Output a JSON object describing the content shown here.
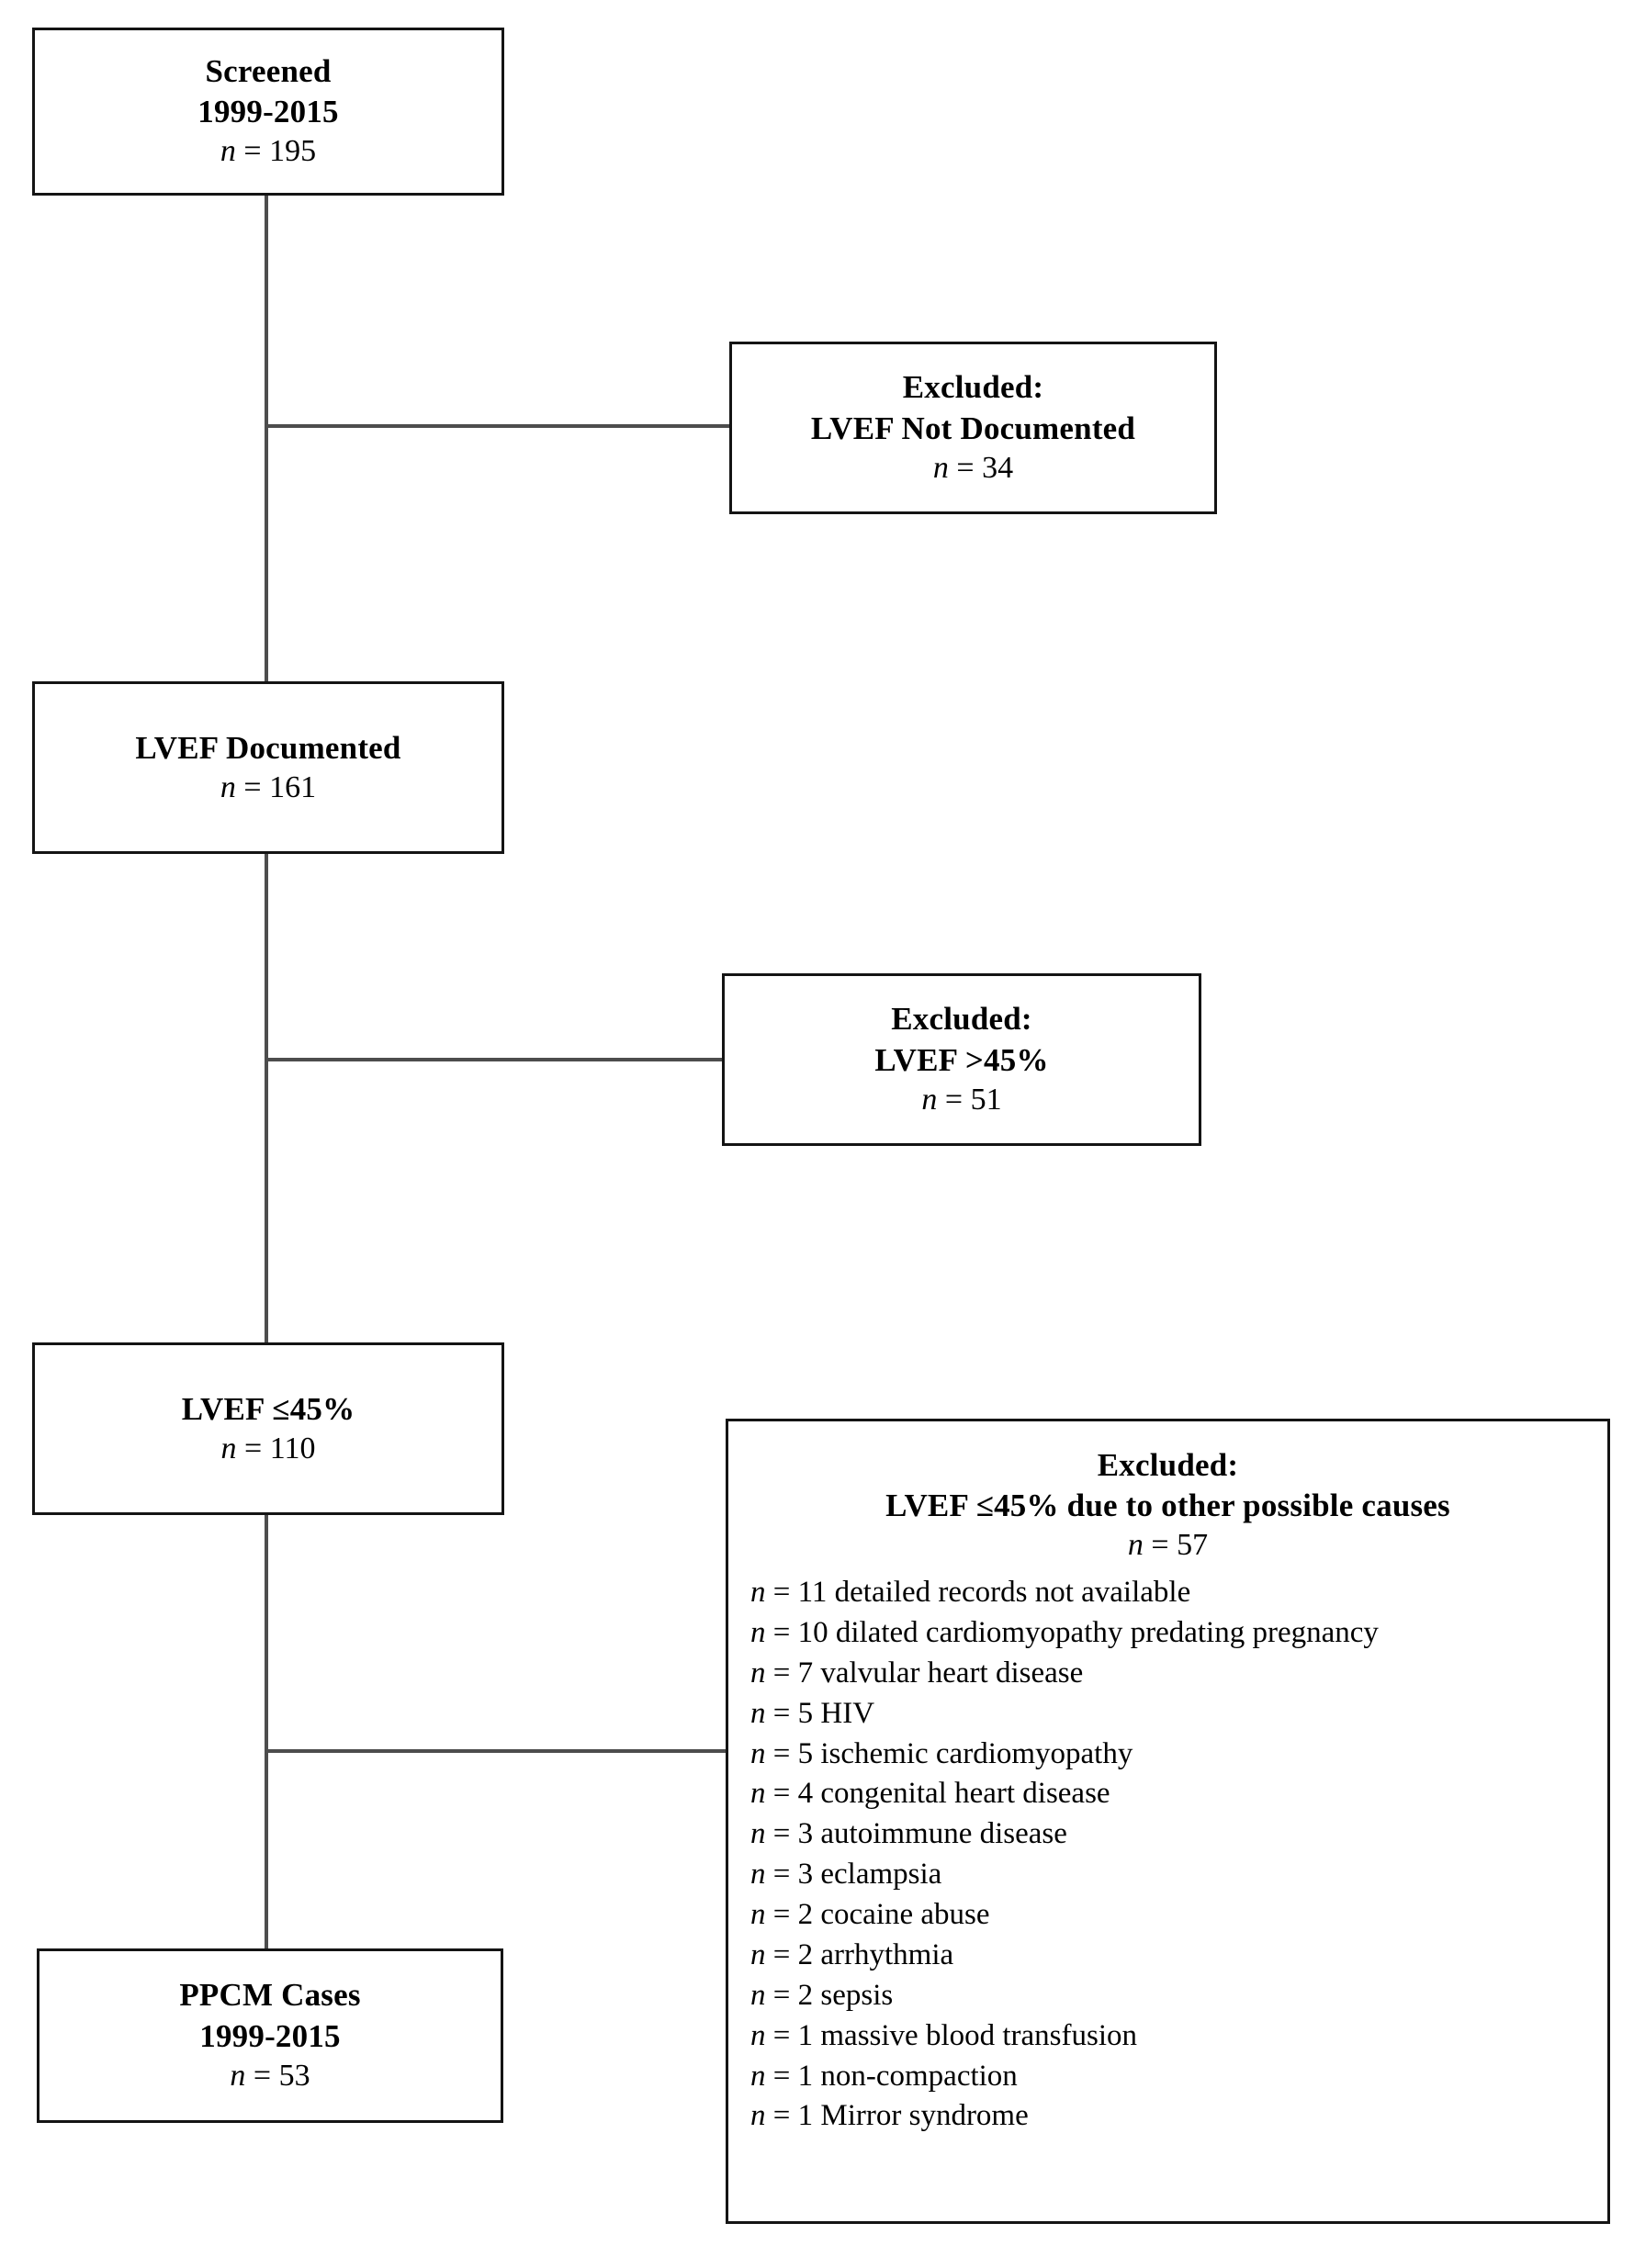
{
  "diagram": {
    "type": "study-flow-diagram",
    "title": "PPCM case selection flow",
    "colors": {
      "box_border": "#141414",
      "connector": "#4d4d4d",
      "background": "#ffffff",
      "text": "#000000"
    },
    "nodes": [
      {
        "id": "screened",
        "name": "screened-box",
        "lines": [
          {
            "text": "Screened",
            "style": "bold"
          },
          {
            "text": "1999-2015",
            "style": "bold"
          }
        ],
        "count_prefix": "n",
        "count_eq": " = ",
        "count_value": "195"
      },
      {
        "id": "excluded-lvef-not-documented",
        "name": "excluded-lvef-not-documented-box",
        "lines": [
          {
            "text": "Excluded:",
            "style": "bold"
          },
          {
            "text": "LVEF Not Documented",
            "style": "bold"
          }
        ],
        "count_prefix": "n",
        "count_eq": " = ",
        "count_value": "34"
      },
      {
        "id": "lvef-documented",
        "name": "lvef-documented-box",
        "lines": [
          {
            "text": "LVEF Documented",
            "style": "bold"
          }
        ],
        "count_prefix": "n",
        "count_eq": " = ",
        "count_value": "161"
      },
      {
        "id": "excluded-lvef-over-45",
        "name": "excluded-lvef-over-45-box",
        "lines": [
          {
            "text": "Excluded:",
            "style": "bold"
          },
          {
            "text": "LVEF >45%",
            "style": "bold"
          }
        ],
        "count_prefix": "n",
        "count_eq": " = ",
        "count_value": "51"
      },
      {
        "id": "lvef-45-or-less",
        "name": "lvef-45-or-less-box",
        "lines": [
          {
            "text": "LVEF ≤45%",
            "style": "bold"
          }
        ],
        "count_prefix": "n",
        "count_eq": " = ",
        "count_value": "110"
      },
      {
        "id": "ppcm-cases",
        "name": "ppcm-cases-box",
        "lines": [
          {
            "text": "PPCM Cases",
            "style": "bold"
          },
          {
            "text": "1999-2015",
            "style": "bold"
          }
        ],
        "count_prefix": "n",
        "count_eq": " = ",
        "count_value": "53"
      }
    ],
    "big_excluded": {
      "name": "excluded-other-causes-box",
      "heading_line_1": "Excluded:",
      "heading_line_2": "LVEF ≤45% due to other possible causes",
      "count_prefix": "n",
      "count_eq": " = ",
      "count_value": "57",
      "items": [
        {
          "prefix": "n",
          "eq": " = ",
          "value": "11",
          "label": " detailed records not available"
        },
        {
          "prefix": "n",
          "eq": " = ",
          "value": "10",
          "label": " dilated cardiomyopathy predating pregnancy"
        },
        {
          "prefix": "n",
          "eq": " = ",
          "value": "7",
          "label": " valvular heart disease"
        },
        {
          "prefix": "n",
          "eq": " = ",
          "value": "5",
          "label": " HIV"
        },
        {
          "prefix": "n",
          "eq": " = ",
          "value": "5",
          "label": " ischemic cardiomyopathy"
        },
        {
          "prefix": "n",
          "eq": " = ",
          "value": "4",
          "label": " congenital heart disease"
        },
        {
          "prefix": "n",
          "eq": " = ",
          "value": "3",
          "label": " autoimmune disease"
        },
        {
          "prefix": "n",
          "eq": " = ",
          "value": "3",
          "label": " eclampsia"
        },
        {
          "prefix": "n",
          "eq": " = ",
          "value": "2",
          "label": " cocaine abuse"
        },
        {
          "prefix": "n",
          "eq": " = ",
          "value": "2",
          "label": " arrhythmia"
        },
        {
          "prefix": "n",
          "eq": " = ",
          "value": "2",
          "label": " sepsis"
        },
        {
          "prefix": "n",
          "eq": " = ",
          "value": "1",
          "label": " massive blood transfusion"
        },
        {
          "prefix": "n",
          "eq": " = ",
          "value": "1",
          "label": " non-compaction"
        },
        {
          "prefix": "n",
          "eq": " = ",
          "value": "1",
          "label": " Mirror syndrome"
        }
      ]
    }
  }
}
